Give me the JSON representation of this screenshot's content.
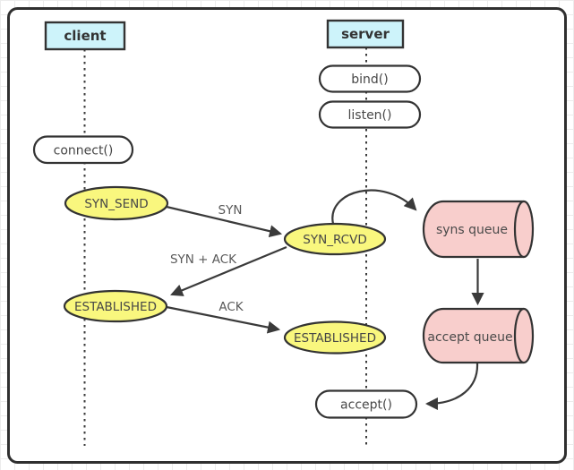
{
  "colors": {
    "actor_fill": "#cdf3fa",
    "call_fill": "#ffffff",
    "state_fill": "#f9f77e",
    "queue_fill": "#f8cecc",
    "stroke": "#333333"
  },
  "client": {
    "label": "client",
    "connect_call": "connect()",
    "syn_send_state": "SYN_SEND",
    "established_state": "ESTABLISHED"
  },
  "server": {
    "label": "server",
    "bind_call": "bind()",
    "listen_call": "listen()",
    "accept_call": "accept()",
    "syn_rcvd_state": "SYN_RCVD",
    "established_state": "ESTABLISHED"
  },
  "queues": {
    "syns": "syns queue",
    "accept": "accept queue"
  },
  "messages": {
    "syn": "SYN",
    "syn_ack": "SYN + ACK",
    "ack": "ACK"
  }
}
